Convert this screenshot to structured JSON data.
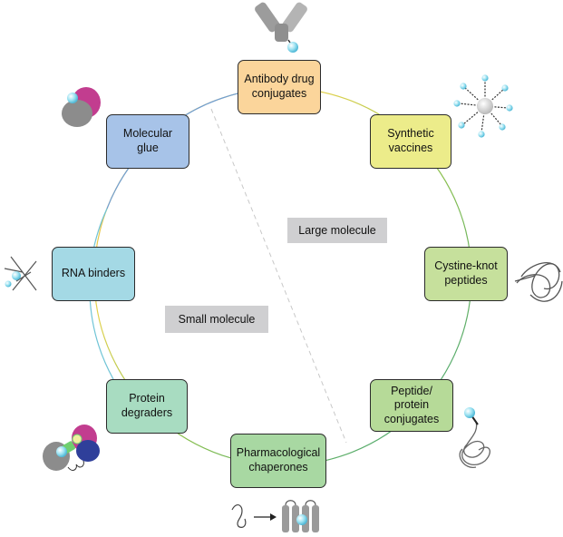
{
  "nodes": {
    "adc": {
      "label": "Antibody drug\nconjugates",
      "color": "#fbd59b"
    },
    "vaccines": {
      "label": "Synthetic\nvaccines",
      "color": "#ecec8a"
    },
    "cystine": {
      "label": "Cystine-knot\npeptides",
      "color": "#c6e09c"
    },
    "peptide": {
      "label": "Peptide/\nprotein\nconjugates",
      "color": "#b6da98"
    },
    "chaperones": {
      "label": "Pharmacological\nchaperones",
      "color": "#a8d8a2"
    },
    "degraders": {
      "label": "Protein\ndegraders",
      "color": "#a8dcc1"
    },
    "rna": {
      "label": "RNA binders",
      "color": "#a4d9e5"
    },
    "glue": {
      "label": "Molecular\nglue",
      "color": "#a7c3e8"
    }
  },
  "zones": {
    "large": "Large molecule",
    "small": "Small molecule"
  },
  "icons": {
    "adc": "antibody-icon",
    "vaccines": "nanoparticle-icon",
    "cystine": "knotted-peptide-icon",
    "peptide": "coiled-peptide-icon",
    "chaperones": "protein-folding-icon",
    "degraders": "ternary-complex-icon",
    "rna": "rna-binder-icon",
    "glue": "molecular-glue-icon"
  }
}
